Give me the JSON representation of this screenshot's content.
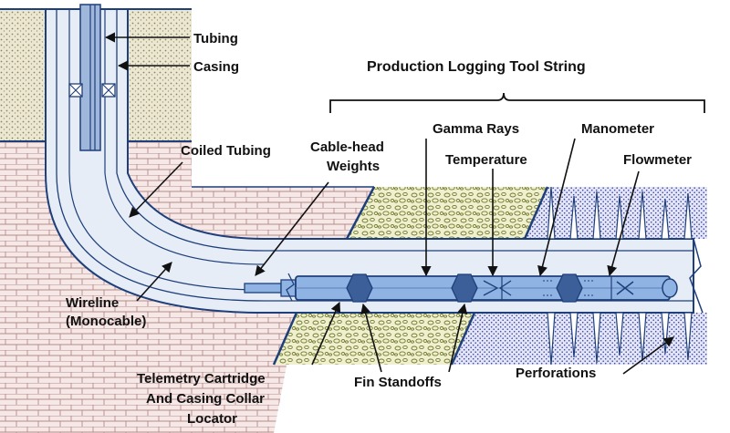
{
  "labels": {
    "title": "Production Logging Tool String",
    "tubing": "Tubing",
    "casing": "Casing",
    "coiled_tubing": "Coiled Tubing",
    "cable_head": "Cable-head",
    "weights": "Weights",
    "gamma_rays": "Gamma Rays",
    "temperature": "Temperature",
    "manometer": "Manometer",
    "flowmeter": "Flowmeter",
    "wireline": "Wireline",
    "monocable": "(Monocable)",
    "telemetry_1": "Telemetry Cartridge",
    "telemetry_2": "And Casing Collar",
    "telemetry_3": "Locator",
    "fin_standoffs": "Fin Standoffs",
    "perforations": "Perforations"
  },
  "colors": {
    "ground_stipple": "#d9d3b8",
    "brick_bg": "#f4e4e2",
    "brick_lines": "#b07f7f",
    "sand_bg": "#ecedc6",
    "sand_pebbles": "#7e8a39",
    "blue_zone": "#c8cce8",
    "blue_dots": "#3a45a8",
    "casing_fill": "#e6edf7",
    "casing_line": "#1f3f7a",
    "tool_fill": "#8fb3e2",
    "tool_dark": "#2f4f86",
    "standoff": "#3d5f99"
  }
}
